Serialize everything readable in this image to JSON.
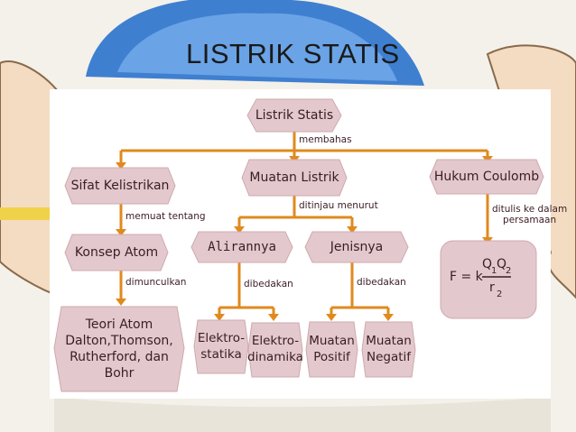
{
  "slide": {
    "title": "LISTRIK STATIS"
  },
  "nodes": {
    "listrik_statis": "Listrik Statis",
    "sifat_kelistrikan": "Sifat Kelistrikan",
    "muatan_listrik": "Muatan Listrik",
    "hukum_coulomb": "Hukum Coulomb",
    "konsep_atom": "Konsep Atom",
    "alirannya": "Alirannya",
    "jenisnya": "Jenisnya",
    "teori_atom": "Teori Atom\nDalton,Thomson,\nRutherford, dan Bohr",
    "elektrostatika": "Elektro-\nstatika",
    "elektrodinamika": "Elektro-\ndinamika",
    "muatan_positif": "Muatan\nPositif",
    "muatan_negatif": "Muatan\nNegatif"
  },
  "edge_labels": {
    "membahas": "membahas",
    "memuat_tentang": "memuat tentang",
    "ditinjau_menurut": "ditinjau menurut",
    "ditulis_ke_dalam_persamaan": "ditulis ke dalam\npersamaan",
    "dimunculkan": "dimunculkan",
    "dibedakan_1": "dibedakan",
    "dibedakan_2": "dibedakan"
  },
  "formula": {
    "lhs": "F = k",
    "q1": "Q",
    "sub1": "1",
    "q2": "Q",
    "sub2": "2",
    "denominator": "r",
    "sub_r": "2"
  },
  "colors": {
    "node_fill": "#e3c9cd",
    "node_stroke": "#cfa9ae",
    "connector": "#e08a1e",
    "text": "#3b1d24"
  }
}
